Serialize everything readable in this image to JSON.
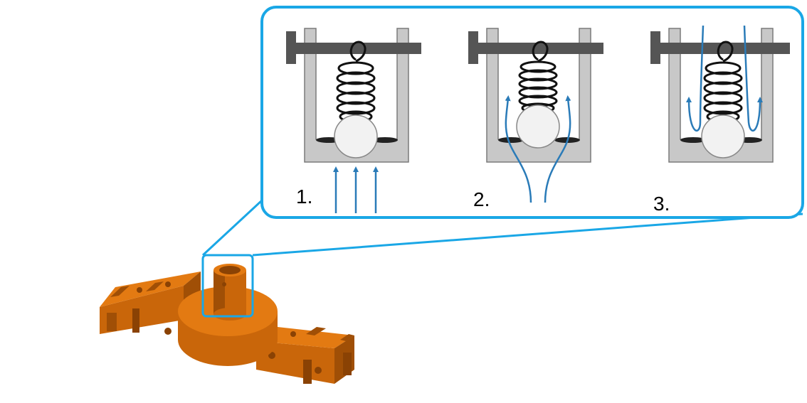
{
  "steps": [
    {
      "label": "1."
    },
    {
      "label": "2."
    },
    {
      "label": "3."
    }
  ],
  "colors": {
    "callout": "#1aa7e6",
    "flow": "#2a7bb8",
    "frame_fill": "#c8c8c8",
    "frame_stroke": "#7a7a7a",
    "bar": "#555555",
    "spring": "#111111",
    "ball_fill": "#f2f2f2",
    "part_light": "#e37a12",
    "part_mid": "#c9660a",
    "part_dark": "#a04f06"
  }
}
